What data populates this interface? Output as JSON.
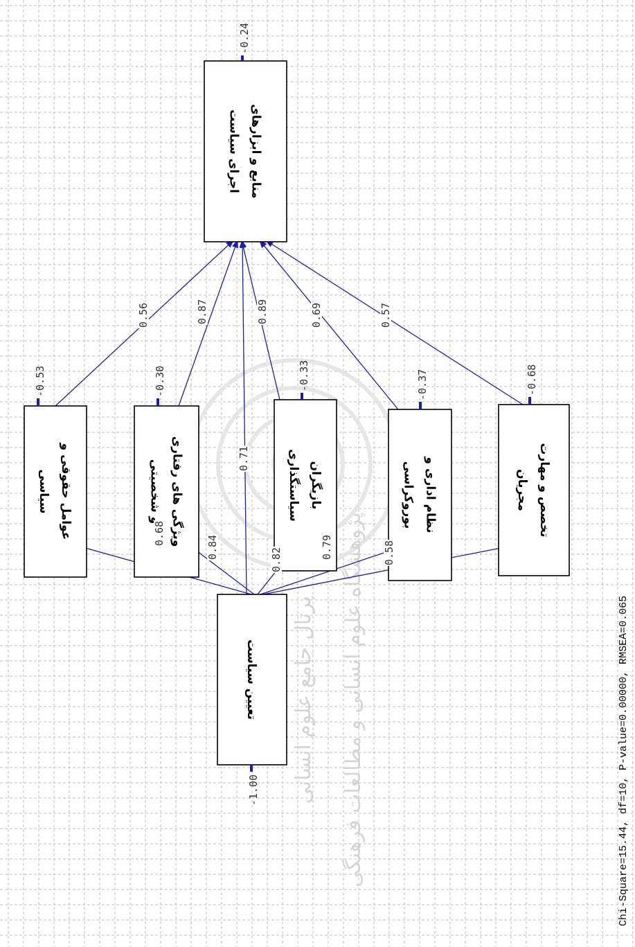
{
  "nodes": {
    "resources": {
      "lines": [
        "منابع و ابزارهای",
        "اجرای سیاست"
      ],
      "error": "0.24"
    },
    "legal": {
      "lines": [
        "عوامل حقوقی و",
        "سیاسی"
      ],
      "error": "0.53"
    },
    "behavior": {
      "lines": [
        "ویژگی های رفتاری",
        "و شخصیتی"
      ],
      "error": "0.30"
    },
    "actors": {
      "lines": [
        "بازیگران",
        "سیاستگذاری"
      ],
      "error": "0.33"
    },
    "bureau": {
      "lines": [
        "نظام اداری و",
        "بوروکراسی"
      ],
      "error": "0.37"
    },
    "expertise": {
      "lines": [
        "تخصص و مهارت",
        "مجریان"
      ],
      "error": "0.68"
    },
    "policy": {
      "lines": [
        "تعیین سیاست"
      ],
      "error": "1.00"
    }
  },
  "paths": {
    "policy_legal": "0.68",
    "policy_behavior": "0.84",
    "policy_actors": "0.82",
    "policy_bureau": "0.79",
    "policy_expertise": "0.58",
    "policy_resources": "0.71",
    "legal_resources": "0.56",
    "behavior_resources": "0.87",
    "actors_resources": "0.89",
    "bureau_resources": "0.69",
    "expertise_resources": "0.57"
  },
  "fit_statistics": "Chi-Square=15.44, df=10, P-value=0.00000, RMSEA=0.065",
  "watermark": {
    "line1": "پژوهشگاه علوم انسانی و مطالعات فرهنگی",
    "line2": "پرتال جامع علوم انسانی"
  }
}
